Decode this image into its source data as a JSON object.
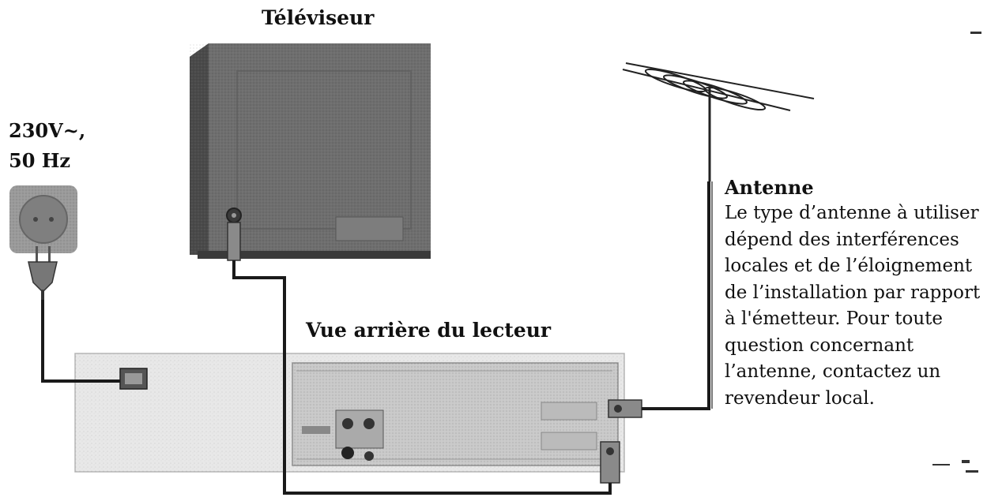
{
  "labels": {
    "tv": "Téléviseur",
    "power_lines": [
      "230V~,",
      "50 Hz"
    ],
    "player_rear": "Vue arrière du lecteur",
    "antenna_title": "Antenne",
    "antenna_description_lines": [
      "Le type d’antenne à utiliser",
      "dépend des interférences",
      "locales et de l’éloignement",
      "de l’installation par rapport",
      "à l'émetteur. Pour toute",
      "question concernant",
      "l’antenne, contactez un",
      "revendeur local."
    ]
  },
  "colors": {
    "tv_body": "#6e6e6e",
    "tv_side": "#4a4a4a",
    "player_body": "#e8e8e8",
    "player_panel": "#c9c9c9",
    "cable": "#1a1a1a",
    "outlet": "#9a9a9a"
  }
}
